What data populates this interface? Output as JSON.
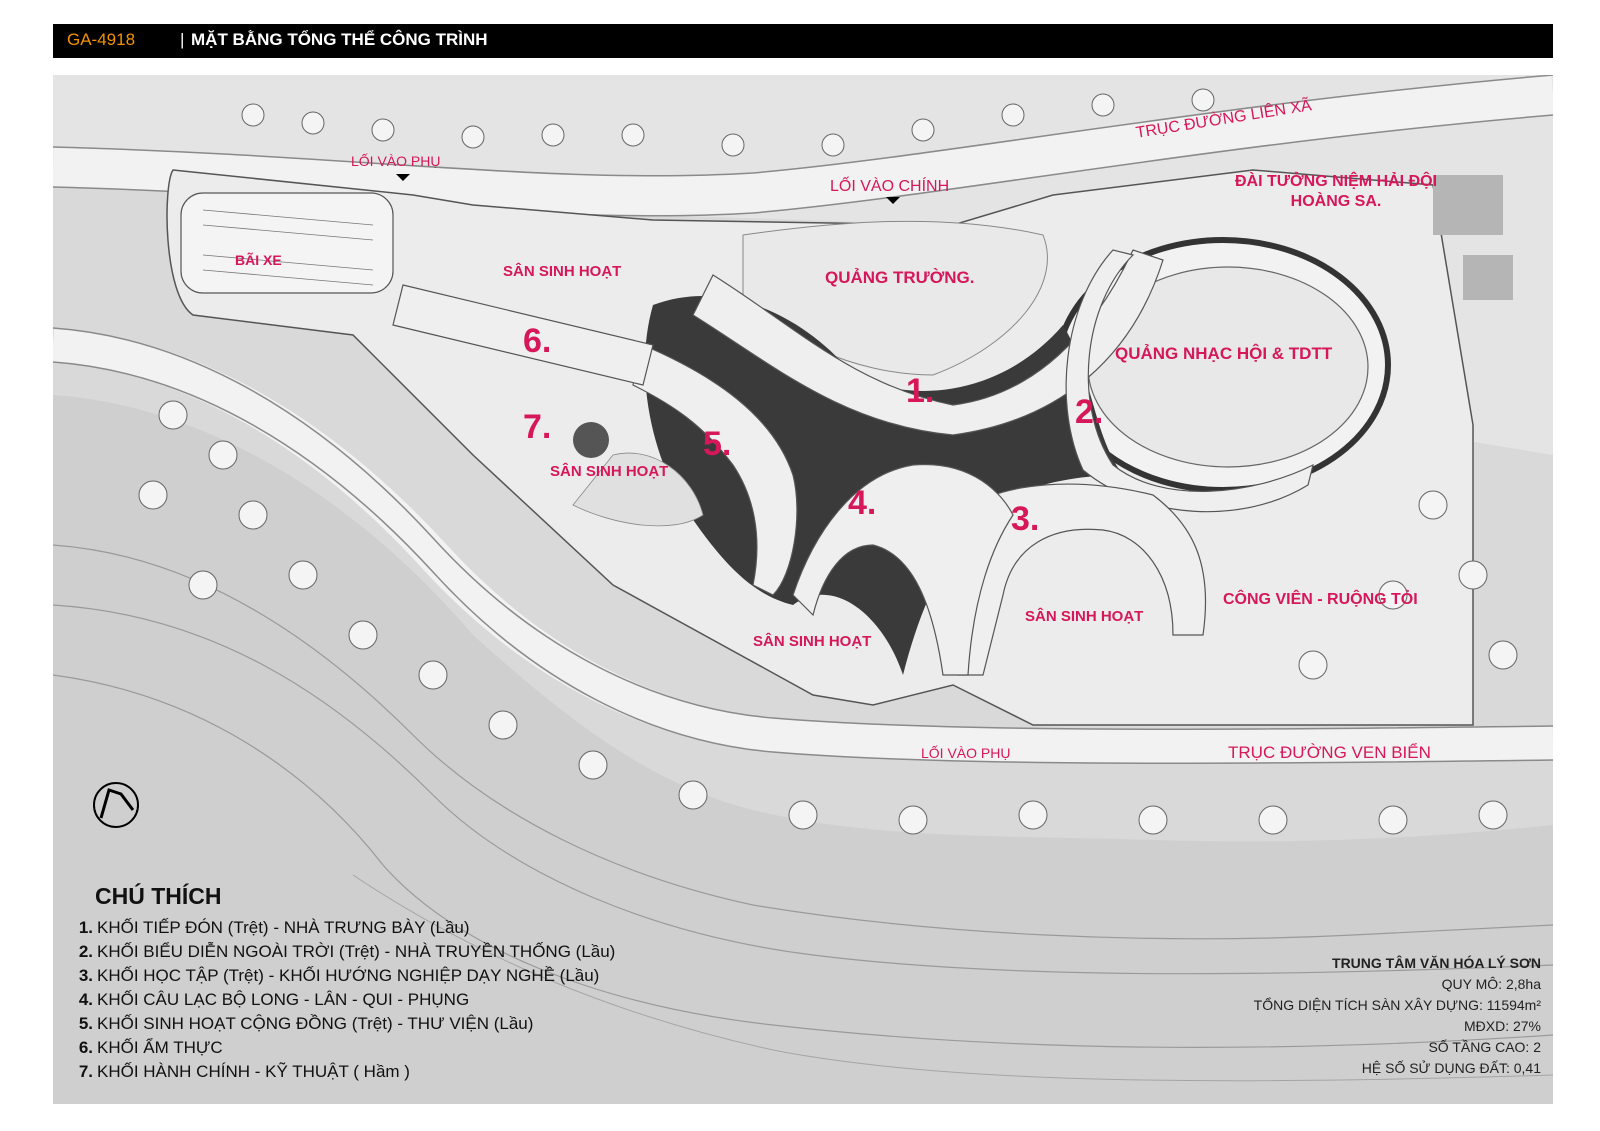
{
  "header": {
    "code": "GA-4918",
    "separator": "|",
    "title": "MẶT BẰNG TỔNG THỂ CÔNG TRÌNH"
  },
  "colors": {
    "header_bg": "#000000",
    "code_accent": "#f39200",
    "label": "#d6175a",
    "terrain": "#d9d9d9",
    "building_roof": "#efefef",
    "building_dark": "#3a3a3a"
  },
  "map": {
    "roads": {
      "lien_xa": "TRỤC ĐƯỜNG LIÊN XÃ",
      "ven_bien": "TRỤC ĐƯỜNG VEN BIỂN"
    },
    "entrances": {
      "main": "LỐI VÀO CHÍNH",
      "side_top": "LỐI VÀO PHỤ",
      "side_bottom": "LỐI VÀO PHỤ"
    },
    "areas": {
      "parking": "BÃI XE",
      "plaza": "QUẢNG TRƯỜNG.",
      "festival": "QUẢNG NHẠC HỘI & TDTT",
      "memorial": "ĐÀI TƯỞNG NIỆM HẢI ĐỘI HOÀNG SA.",
      "park": "CÔNG VIÊN - RUỘNG TỎI",
      "court_1": "SÂN SINH HOẠT",
      "court_2": "SÂN SINH HOẠT",
      "court_3": "SÂN SINH HOẠT",
      "court_4": "SÂN SINH HOẠT"
    },
    "block_numbers": [
      "1.",
      "2.",
      "3.",
      "4.",
      "5.",
      "6.",
      "7."
    ],
    "north_icon": "north-arrow"
  },
  "legend": {
    "title": "CHÚ THÍCH",
    "items": [
      {
        "num": "1.",
        "text": "KHỐI TIẾP ĐÓN (Trệt) - NHÀ TRƯNG BÀY (Lầu)"
      },
      {
        "num": "2.",
        "text": "KHỐI BIỂU DIỄN NGOÀI TRỜI (Trệt) - NHÀ TRUYỀN THỐNG (Lầu)"
      },
      {
        "num": "3.",
        "text": "KHỐI HỌC TẬP (Trệt) - KHỐI HƯỚNG NGHIỆP DẠY NGHỀ (Lầu)"
      },
      {
        "num": "4.",
        "text": "KHỐI CÂU LẠC BỘ LONG - LÂN - QUI - PHỤNG"
      },
      {
        "num": "5.",
        "text": "KHỐI SINH HOẠT CỘNG ĐỒNG (Trệt) - THƯ VIỆN (Lầu)"
      },
      {
        "num": "6.",
        "text": "KHỐI ẨM THỰC"
      },
      {
        "num": "7.",
        "text": "KHỐI HÀNH CHÍNH - KỸ THUẬT ( Hầm )"
      }
    ]
  },
  "project": {
    "name": "TRUNG TÂM VĂN HÓA LÝ SƠN",
    "scale": "QUY MÔ: 2,8ha",
    "floor_area": "TỔNG DIỆN TÍCH SÀN XÂY DỰNG: 11594m²",
    "density": "MĐXD: 27%",
    "floors": "SỐ TẦNG CAO: 2",
    "land_use": "HỆ SỐ SỬ DỤNG ĐẤT: 0,41"
  }
}
